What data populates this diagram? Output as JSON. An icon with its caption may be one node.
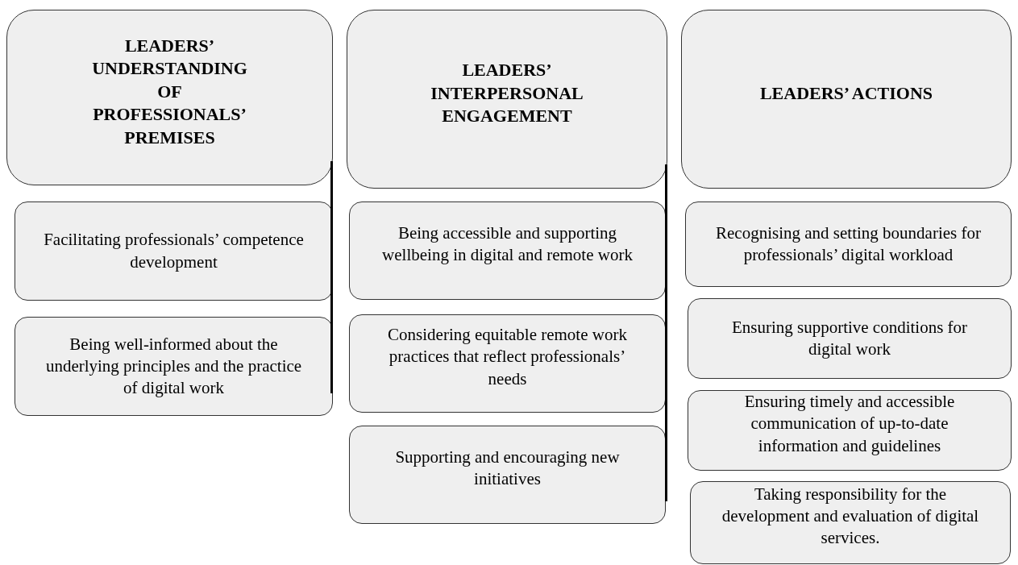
{
  "diagram": {
    "nodes": [
      {
        "text": [
          "LEADERS’ UNDERSTANDING OF PROFESSIONALS’ PREMISES"
        ]
      },
      {
        "text": [
          "Facilitating professionals’ competence development"
        ]
      },
      {
        "text": [
          "Being well-informed about the underlying principles and the practice of digital work"
        ]
      },
      {
        "text": [
          "LEADERS’ INTERPERSONAL ENGAGEMENT"
        ]
      },
      {
        "text": [
          "Being accessible and supporting wellbeing in digital and remote work"
        ]
      },
      {
        "text": [
          "Considering equitable remote work practices that reflect professionals’ needs"
        ]
      },
      {
        "text": [
          "Supporting and encouraging new initiatives"
        ]
      },
      {
        "text": [
          "LEADERS’ ACTIONS"
        ]
      },
      {
        "text": [
          "Recognising and setting boundaries for professionals’ digital workload"
        ]
      },
      {
        "text": [
          "Ensuring supportive conditions for digital work"
        ]
      },
      {
        "text": [
          "Ensuring timely and accessible communication of up-to-date information and guidelines"
        ]
      },
      {
        "text": [
          "Taking responsibility for the development and evaluation of digital services."
        ]
      }
    ],
    "edges": [
      {
        "from": 0,
        "to": 1,
        "arrow": "none"
      },
      {
        "from": 0,
        "to": 2,
        "arrow": "none"
      },
      {
        "from": 3,
        "to": 4,
        "arrow": "none"
      },
      {
        "from": 3,
        "to": 5,
        "arrow": "none"
      },
      {
        "from": 3,
        "to": 6,
        "arrow": "none"
      }
    ]
  }
}
